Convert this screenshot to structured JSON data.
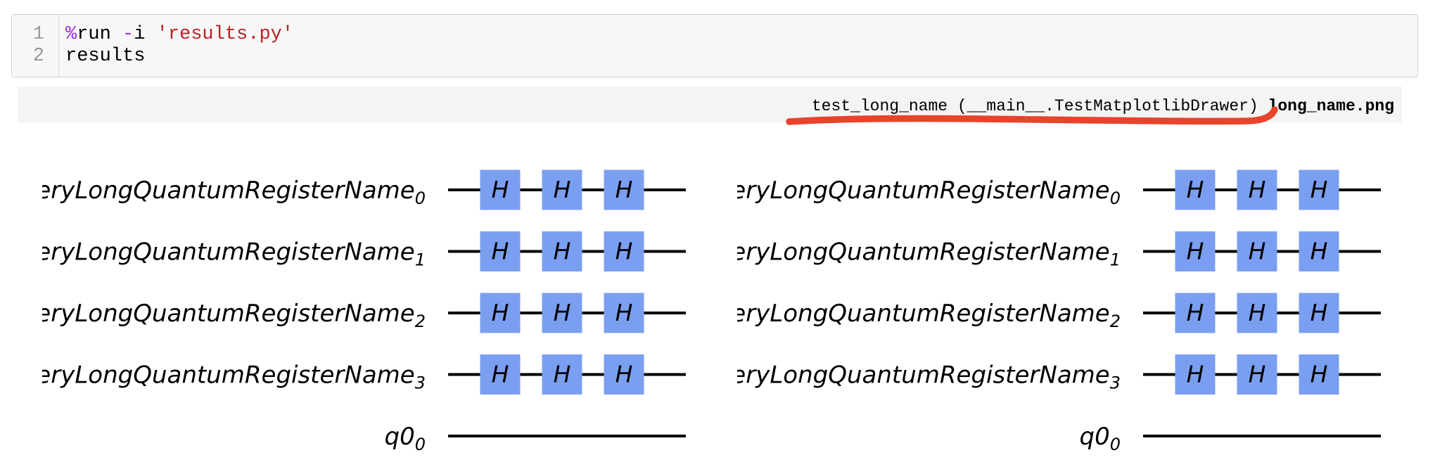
{
  "code_cell": {
    "lines": [
      {
        "number": "1",
        "tokens": [
          {
            "text": "%",
            "style": "magic"
          },
          {
            "text": "run",
            "style": "plain"
          },
          {
            "text": " ",
            "style": "plain"
          },
          {
            "text": "-",
            "style": "magic"
          },
          {
            "text": "i",
            "style": "plain"
          },
          {
            "text": " ",
            "style": "plain"
          },
          {
            "text": "'results.py'",
            "style": "string"
          }
        ]
      },
      {
        "number": "2",
        "tokens": [
          {
            "text": "results",
            "style": "plain"
          }
        ]
      }
    ]
  },
  "output_banner": {
    "test_name": "test_long_name (__main__.TestMatplotlibDrawer) ",
    "file_name": "long_name.png"
  },
  "chart_data": {
    "type": "quantum-circuit",
    "description": "Two identical side-by-side matplotlib-drawn quantum circuits",
    "circuits": [
      {
        "id": "left",
        "registers": [
          {
            "name": "veryLongQuantumRegisterName",
            "index": "0",
            "gates": [
              "H",
              "H",
              "H"
            ]
          },
          {
            "name": "veryLongQuantumRegisterName",
            "index": "1",
            "gates": [
              "H",
              "H",
              "H"
            ]
          },
          {
            "name": "veryLongQuantumRegisterName",
            "index": "2",
            "gates": [
              "H",
              "H",
              "H"
            ]
          },
          {
            "name": "veryLongQuantumRegisterName",
            "index": "3",
            "gates": [
              "H",
              "H",
              "H"
            ]
          },
          {
            "name": "q0",
            "index": "0",
            "gates": []
          }
        ]
      },
      {
        "id": "right",
        "registers": [
          {
            "name": "veryLongQuantumRegisterName",
            "index": "0",
            "gates": [
              "H",
              "H",
              "H"
            ]
          },
          {
            "name": "veryLongQuantumRegisterName",
            "index": "1",
            "gates": [
              "H",
              "H",
              "H"
            ]
          },
          {
            "name": "veryLongQuantumRegisterName",
            "index": "2",
            "gates": [
              "H",
              "H",
              "H"
            ]
          },
          {
            "name": "veryLongQuantumRegisterName",
            "index": "3",
            "gates": [
              "H",
              "H",
              "H"
            ]
          },
          {
            "name": "q0",
            "index": "0",
            "gates": []
          }
        ]
      }
    ]
  },
  "colors": {
    "gate_fill": "#7B9FF0",
    "wire_black": "#000000",
    "annotation_red": "#E8432B",
    "magic_purple": "#A128D9",
    "string_red": "#BA2121",
    "line_number_gray": "#999999",
    "cell_background": "#f7f7f7",
    "output_background": "#f4f4f4"
  }
}
